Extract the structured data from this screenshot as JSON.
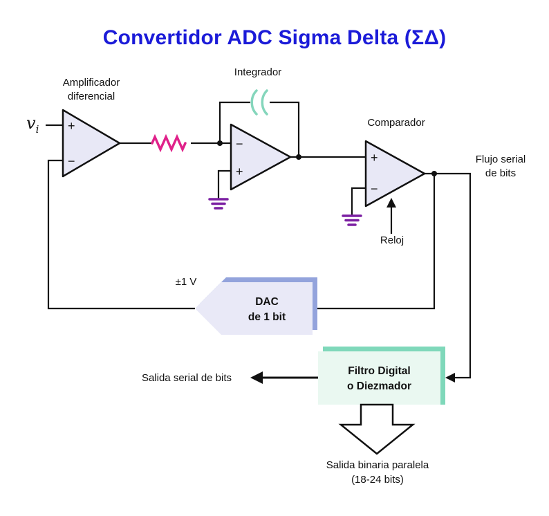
{
  "title": "Convertidor ADC Sigma Delta (ΣΔ)",
  "labels": {
    "amp": "Amplificador\ndiferencial",
    "integrator": "Integrador",
    "comparator": "Comparador",
    "clock": "Reloj",
    "serial_flow": "Flujo serial\nde bits",
    "dac": "DAC\nde 1 bit",
    "dac_voltage": "±1 V",
    "filter": "Filtro Digital\no Diezmador",
    "serial_out": "Salida serial de bits",
    "parallel_out": "Salida binaria paralela\n(18-24 bits)",
    "vin_base": "v",
    "vin_sub": "i",
    "plus": "+",
    "minus": "−"
  },
  "colors": {
    "title_blue": "#1b1bd8",
    "wire": "#111111",
    "opamp_fill": "#e8e8f6",
    "resistor_pink": "#e0218a",
    "capacitor_teal": "#85d6bc",
    "ground_purple": "#7b1fa2",
    "dac_fill": "#e9e9f7",
    "dac_shadow": "#93a3dc",
    "filter_fill": "#eaf8f1",
    "filter_shadow": "#7fd8ba"
  }
}
